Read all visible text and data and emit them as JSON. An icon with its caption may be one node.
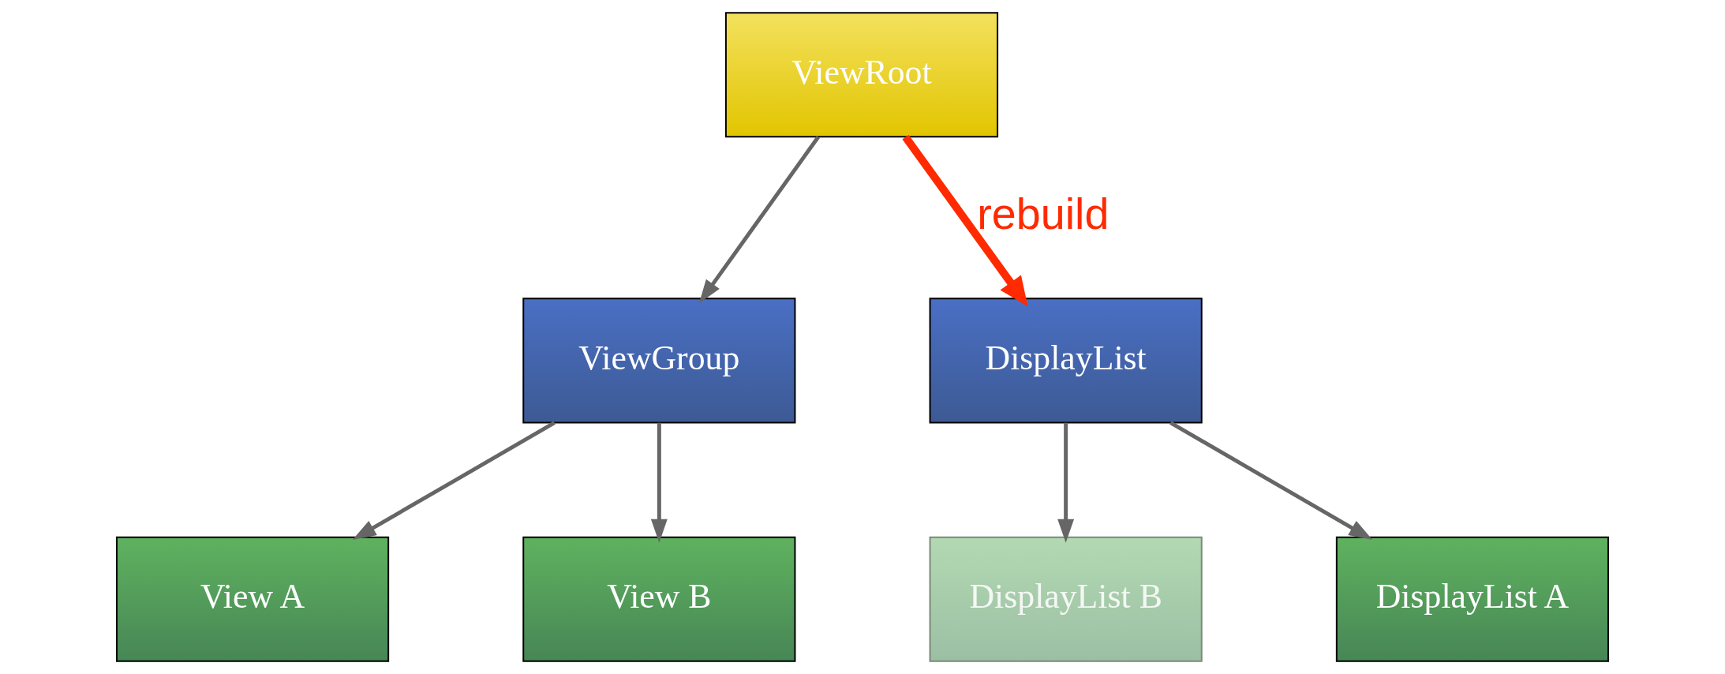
{
  "diagram": {
    "nodes": [
      {
        "text": [
          "ViewRoot"
        ]
      },
      {
        "text": [
          "ViewGroup"
        ]
      },
      {
        "text": [
          "View A"
        ]
      },
      {
        "text": [
          "View B"
        ]
      },
      {
        "text": [
          "DisplayList"
        ]
      },
      {
        "text": [
          "DisplayList B"
        ]
      },
      {
        "text": [
          "DisplayList A"
        ]
      }
    ],
    "edges": [
      {
        "from": 0,
        "to": 1,
        "arrow": "to"
      },
      {
        "from": 1,
        "to": 2,
        "arrow": "to"
      },
      {
        "from": 1,
        "to": 3,
        "arrow": "to"
      },
      {
        "from": 0,
        "to": 4,
        "arrow": "to",
        "label": "rebuild",
        "style": "thick",
        "color": "#ff2a00"
      },
      {
        "from": 4,
        "to": 5,
        "arrow": "to"
      },
      {
        "from": 4,
        "to": 6,
        "arrow": "to"
      }
    ]
  }
}
